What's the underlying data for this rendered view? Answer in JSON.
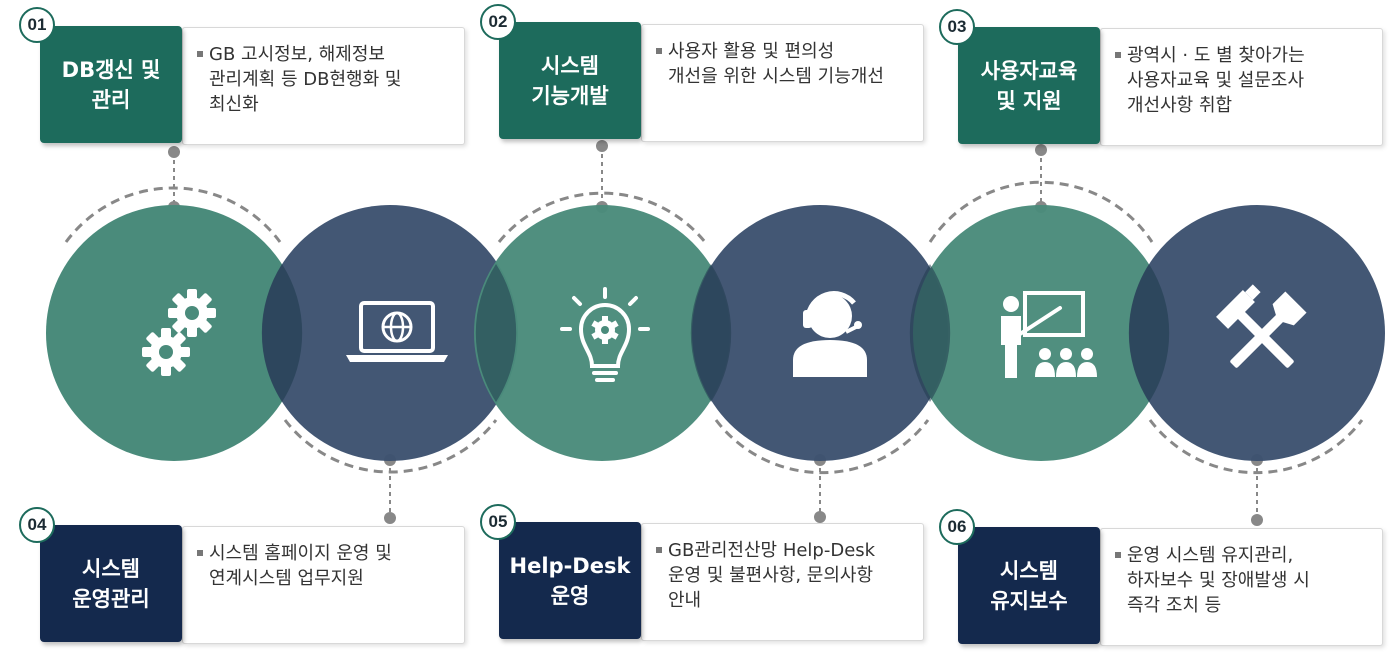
{
  "colors": {
    "green": "#4a8b7b",
    "navy": "#3d5270",
    "title_green": "#1d6b5c",
    "title_navy": "#14294d",
    "dash": "#888888"
  },
  "items": [
    {
      "num": "01",
      "title": "DB갱신 및\n관리",
      "desc": "GB 고시정보, 해제정보\n관리계획 등 DB현행화 및\n최신화",
      "icon": "gears-icon"
    },
    {
      "num": "02",
      "title": "시스템\n기능개발",
      "desc": "사용자 활용 및 편의성\n개선을 위한 시스템 기능개선",
      "icon": "lightbulb-gear-icon"
    },
    {
      "num": "03",
      "title": "사용자교육\n및 지원",
      "desc": "광역시 · 도 별 찾아가는\n사용자교육 및 설문조사\n개선사항 취합",
      "icon": "teacher-board-icon"
    },
    {
      "num": "04",
      "title": "시스템\n운영관리",
      "desc": "시스템 홈페이지 운영 및\n연계시스템 업무지원",
      "icon": "laptop-globe-icon"
    },
    {
      "num": "05",
      "title": "Help-Desk\n운영",
      "desc": "GB관리전산망 Help-Desk\n운영 및 불편사항, 문의사항\n안내",
      "icon": "headset-person-icon"
    },
    {
      "num": "06",
      "title": "시스템\n유지보수",
      "desc": "운영 시스템 유지관리,\n하자보수 및 장애발생 시\n즉각 조치 등",
      "icon": "hammer-wrench-icon"
    }
  ]
}
